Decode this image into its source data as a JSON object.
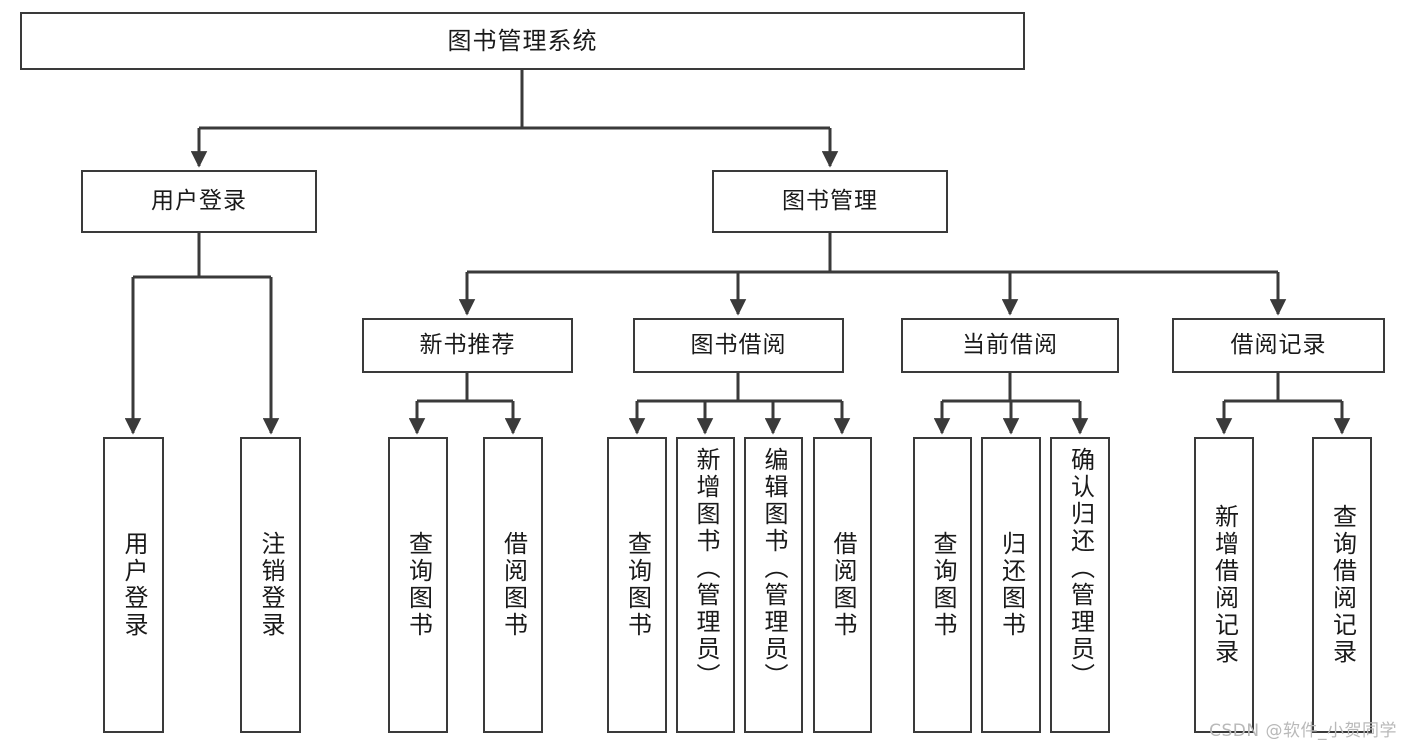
{
  "diagram": {
    "title": "图书管理系统",
    "type": "tree",
    "root": {
      "label": "图书管理系统"
    },
    "level2": [
      {
        "label": "用户登录"
      },
      {
        "label": "图书管理"
      }
    ],
    "level3": [
      {
        "label": "新书推荐"
      },
      {
        "label": "图书借阅"
      },
      {
        "label": "当前借阅"
      },
      {
        "label": "借阅记录"
      }
    ],
    "leaves": {
      "user_login": [
        {
          "label": "用户登录"
        },
        {
          "label": "注销登录"
        }
      ],
      "new_book_recommend": [
        {
          "label": "查询图书"
        },
        {
          "label": "借阅图书"
        }
      ],
      "book_borrow": [
        {
          "label": "查询图书"
        },
        {
          "label": "新增图书（管理员）"
        },
        {
          "label": "编辑图书（管理员）"
        },
        {
          "label": "借阅图书"
        }
      ],
      "current_borrow": [
        {
          "label": "查询图书"
        },
        {
          "label": "归还图书"
        },
        {
          "label": "确认归还（管理员）"
        }
      ],
      "borrow_record": [
        {
          "label": "新增借阅记录"
        },
        {
          "label": "查询借阅记录"
        }
      ]
    }
  },
  "watermark": {
    "text": "CSDN @软件_小贺同学"
  },
  "colors": {
    "box_border": "#3a3a3a",
    "connector": "#3a3a3a",
    "text": "#1a1a1a",
    "background": "#ffffff",
    "watermark": "#b9b9b9"
  }
}
